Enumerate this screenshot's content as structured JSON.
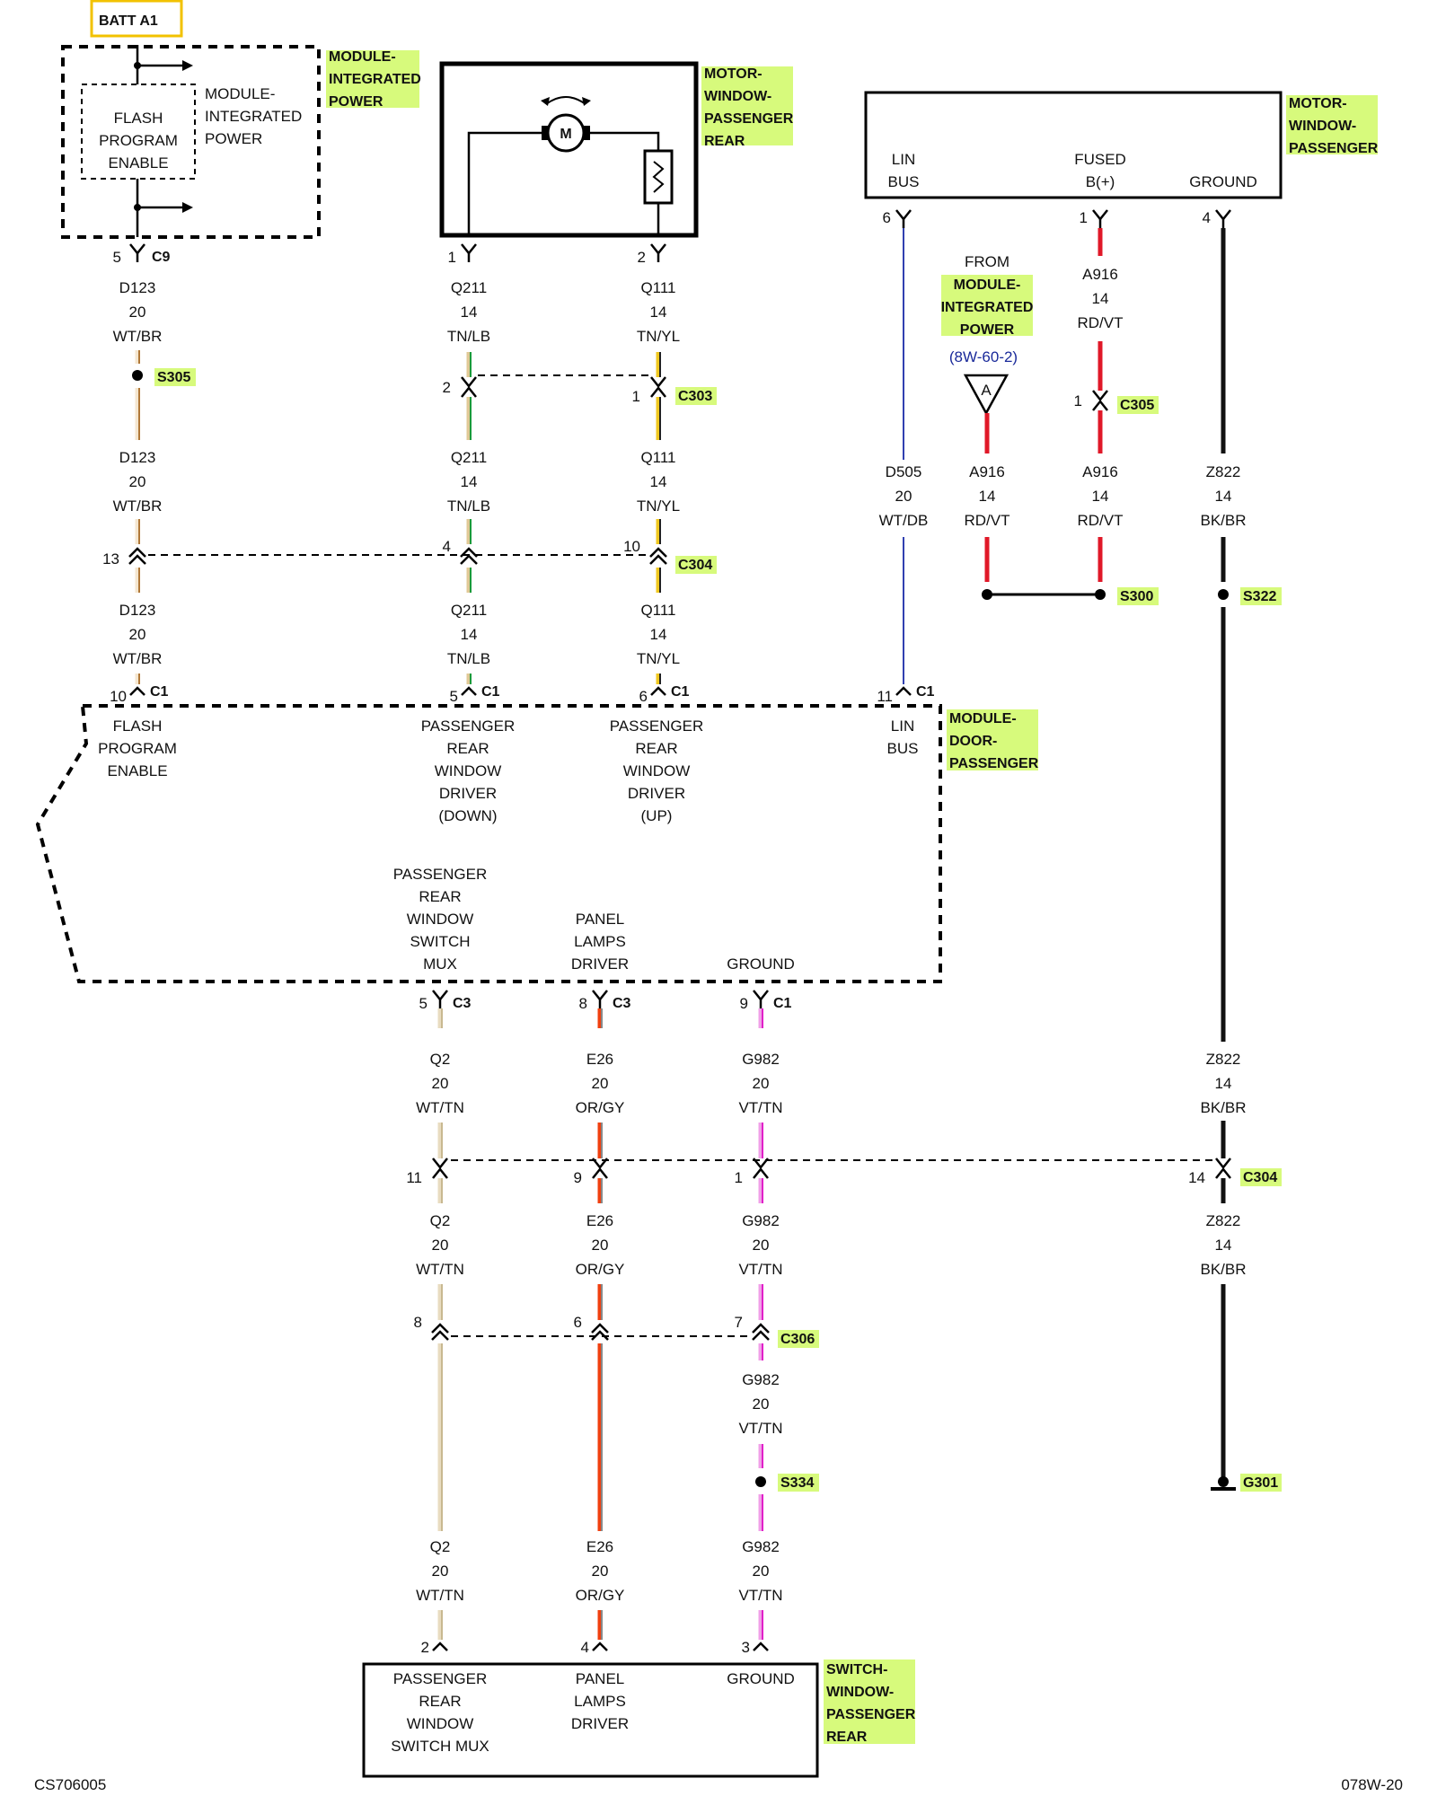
{
  "batt": "BATT A1",
  "mip_internal": [
    "MODULE-",
    "INTEGRATED",
    "POWER"
  ],
  "flash_internal": [
    "FLASH",
    "PROGRAM",
    "ENABLE"
  ],
  "components": {
    "mip": [
      "MODULE-",
      "INTEGRATED",
      "POWER"
    ],
    "mwpr": [
      "MOTOR-",
      "WINDOW-",
      "PASSENGER",
      "REAR"
    ],
    "mwp": [
      "MOTOR-",
      "WINDOW-",
      "PASSENGER"
    ],
    "mdp": [
      "MODULE-",
      "DOOR-",
      "PASSENGER"
    ],
    "swpr": [
      "SWITCH-",
      "WINDOW-",
      "PASSENGER",
      "REAR"
    ]
  },
  "motor_symbol": "M",
  "mwp_pins": {
    "lin": [
      "LIN",
      "BUS"
    ],
    "fused": [
      "FUSED",
      "B(+)"
    ],
    "ground": "GROUND"
  },
  "from_ref": {
    "from": "FROM",
    "module": [
      "MODULE-",
      "INTEGRATED",
      "POWER"
    ],
    "ref": "(8W-60-2)",
    "arrow": "A"
  },
  "connectors": {
    "c1": "C1",
    "c3": "C3",
    "c9": "C9",
    "c303": "C303",
    "c304": "C304",
    "c305": "C305",
    "c306": "C306"
  },
  "splices": {
    "s300": "S300",
    "s305": "S305",
    "s322": "S322",
    "s334": "S334"
  },
  "ground_ref": "G301",
  "pins": {
    "d123_c9": "5",
    "q211_motor": "1",
    "q111_motor": "2",
    "q211_c303": "2",
    "q111_c303": "1",
    "d123_c304": "13",
    "q211_c304": "4",
    "q111_c304": "10",
    "d123_c1": "10",
    "q211_c1": "5",
    "q111_c1": "6",
    "d505_c1": "11",
    "d505_mwp": "6",
    "a916_mwp": "1",
    "z822_mwp": "4",
    "a916_c305": "1",
    "q2_c3": "5",
    "e26_c3": "8",
    "g982_c1": "9",
    "q2_c304": "11",
    "e26_c304": "9",
    "g982_c304": "1",
    "z822_c304": "14",
    "q2_c306": "8",
    "e26_c306": "6",
    "g982_c306": "7",
    "q2_sw": "2",
    "e26_sw": "4",
    "g982_sw": "3"
  },
  "wires": {
    "d123": [
      "D123",
      "20",
      "WT/BR"
    ],
    "q211": [
      "Q211",
      "14",
      "TN/LB"
    ],
    "q111": [
      "Q111",
      "14",
      "TN/YL"
    ],
    "d505": [
      "D505",
      "20",
      "WT/DB"
    ],
    "a916": [
      "A916",
      "14",
      "RD/VT"
    ],
    "z822": [
      "Z822",
      "14",
      "BK/BR"
    ],
    "q2": [
      "Q2",
      "20",
      "WT/TN"
    ],
    "e26": [
      "E26",
      "20",
      "OR/GY"
    ],
    "g982": [
      "G982",
      "20",
      "VT/TN"
    ]
  },
  "mdp_pins": {
    "flash": [
      "FLASH",
      "PROGRAM",
      "ENABLE"
    ],
    "down": [
      "PASSENGER",
      "REAR",
      "WINDOW",
      "DRIVER",
      "(DOWN)"
    ],
    "up": [
      "PASSENGER",
      "REAR",
      "WINDOW",
      "DRIVER",
      "(UP)"
    ],
    "lin": [
      "LIN",
      "BUS"
    ],
    "mux": [
      "PASSENGER",
      "REAR",
      "WINDOW",
      "SWITCH",
      "MUX"
    ],
    "panel": [
      "PANEL",
      "LAMPS",
      "DRIVER"
    ],
    "ground": "GROUND"
  },
  "sw_pins": {
    "mux": [
      "PASSENGER",
      "REAR",
      "WINDOW",
      "SWITCH MUX"
    ],
    "panel": [
      "PANEL",
      "LAMPS",
      "DRIVER"
    ],
    "ground": "GROUND"
  },
  "footer": {
    "left": "CS706005",
    "right": "078W-20"
  },
  "wire_colors": {
    "wt_br": "#b07838",
    "tn_lb": "#1a9a3a",
    "tn_yl": "#f0c820",
    "wt_db": "#3040b0",
    "rd_vt": "#e01828",
    "bk_br": "#111111",
    "wt_tn": "#c8b890",
    "or_gy": "#f04010",
    "vt_tn": "#e020c8",
    "highlight": "#d7fa7c"
  }
}
